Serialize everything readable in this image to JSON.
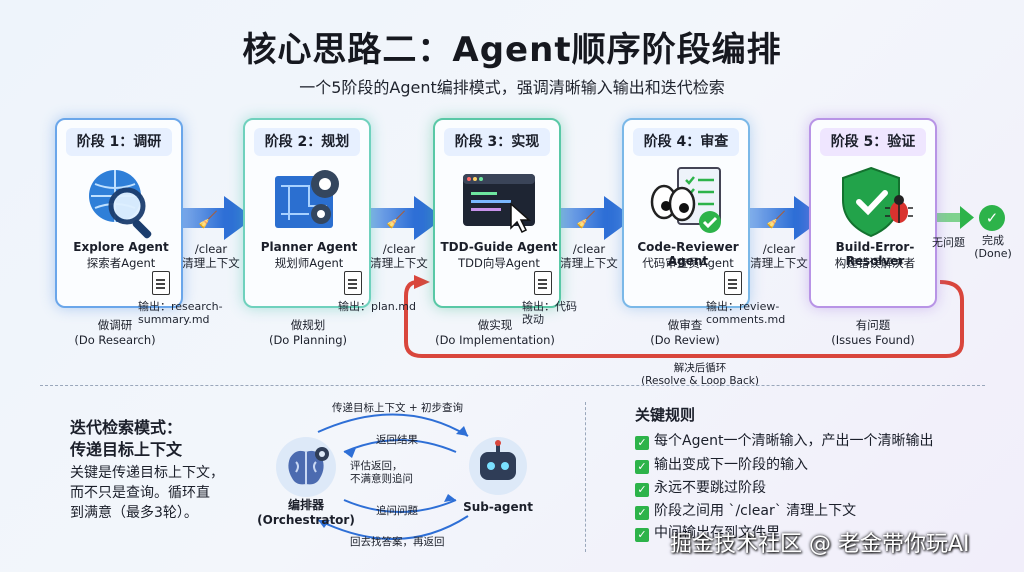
{
  "title": "核心思路二：Agent顺序阶段编排",
  "subtitle": "一个5阶段的Agent编排模式，强调清晰输入输出和迭代检索",
  "stages": [
    {
      "header": "阶段 1：调研",
      "name": "Explore Agent",
      "role": "探索者Agent",
      "output": "输出：research-summary.md",
      "under": "做调研\n(Do Research)",
      "icon": "magnifier-globe-icon"
    },
    {
      "header": "阶段 2：规划",
      "name": "Planner Agent",
      "role": "规划师Agent",
      "output": "输出：plan.md",
      "under": "做规划\n(Do Planning)",
      "icon": "blueprint-gear-icon"
    },
    {
      "header": "阶段 3：实现",
      "name": "TDD-Guide Agent",
      "role": "TDD向导Agent",
      "output": "输出：代码改动",
      "under": "做实现\n(Do Implementation)",
      "icon": "code-window-icon"
    },
    {
      "header": "阶段 4：审查",
      "name": "Code-Reviewer Agent",
      "role": "代码审查员Agent",
      "output": "输出：review-comments.md",
      "under": "做审查\n(Do Review)",
      "icon": "eyes-checklist-icon"
    },
    {
      "header": "阶段 5：验证",
      "name": "Build-Error-Resolver",
      "role": "构建错误解决者",
      "output": "",
      "under": "有问题\n(Issues Found)",
      "icon": "shield-bug-icon"
    }
  ],
  "clear_label": "/clear\n清理上下文",
  "done": {
    "no_issue": "无问题",
    "label": "完成\n(Done)"
  },
  "loop_label": "解决后循环\n(Resolve & Loop Back)",
  "iter": {
    "title": "迭代检索模式：\n传递目标上下文",
    "text": "关键是传递目标上下文，\n而不只是查询。循环直\n到满意（最多3轮）。",
    "top_label": "传递目标上下文 + 初步查询",
    "return_label": "返回结果",
    "eval_label": "评估返回，\n不满意则追问",
    "followup_label": "追问问题",
    "bottom_label": "回去找答案，再返回",
    "orchestrator": "编排器\n(Orchestrator)",
    "subagent": "Sub-agent"
  },
  "rules": {
    "title": "关键规则",
    "items": [
      "每个Agent一个清晰输入，产出一个清晰输出",
      "输出变成下一阶段的输入",
      "永远不要跳过阶段",
      "阶段之间用 `/clear` 清理上下文",
      "中间输出存到文件里"
    ]
  },
  "watermark": "掘金技术社区 @ 老金带你玩AI",
  "colors": {
    "arrow_blue": "#2e6fd6",
    "loop_red": "#d9463c",
    "check_green": "#2db34a"
  }
}
